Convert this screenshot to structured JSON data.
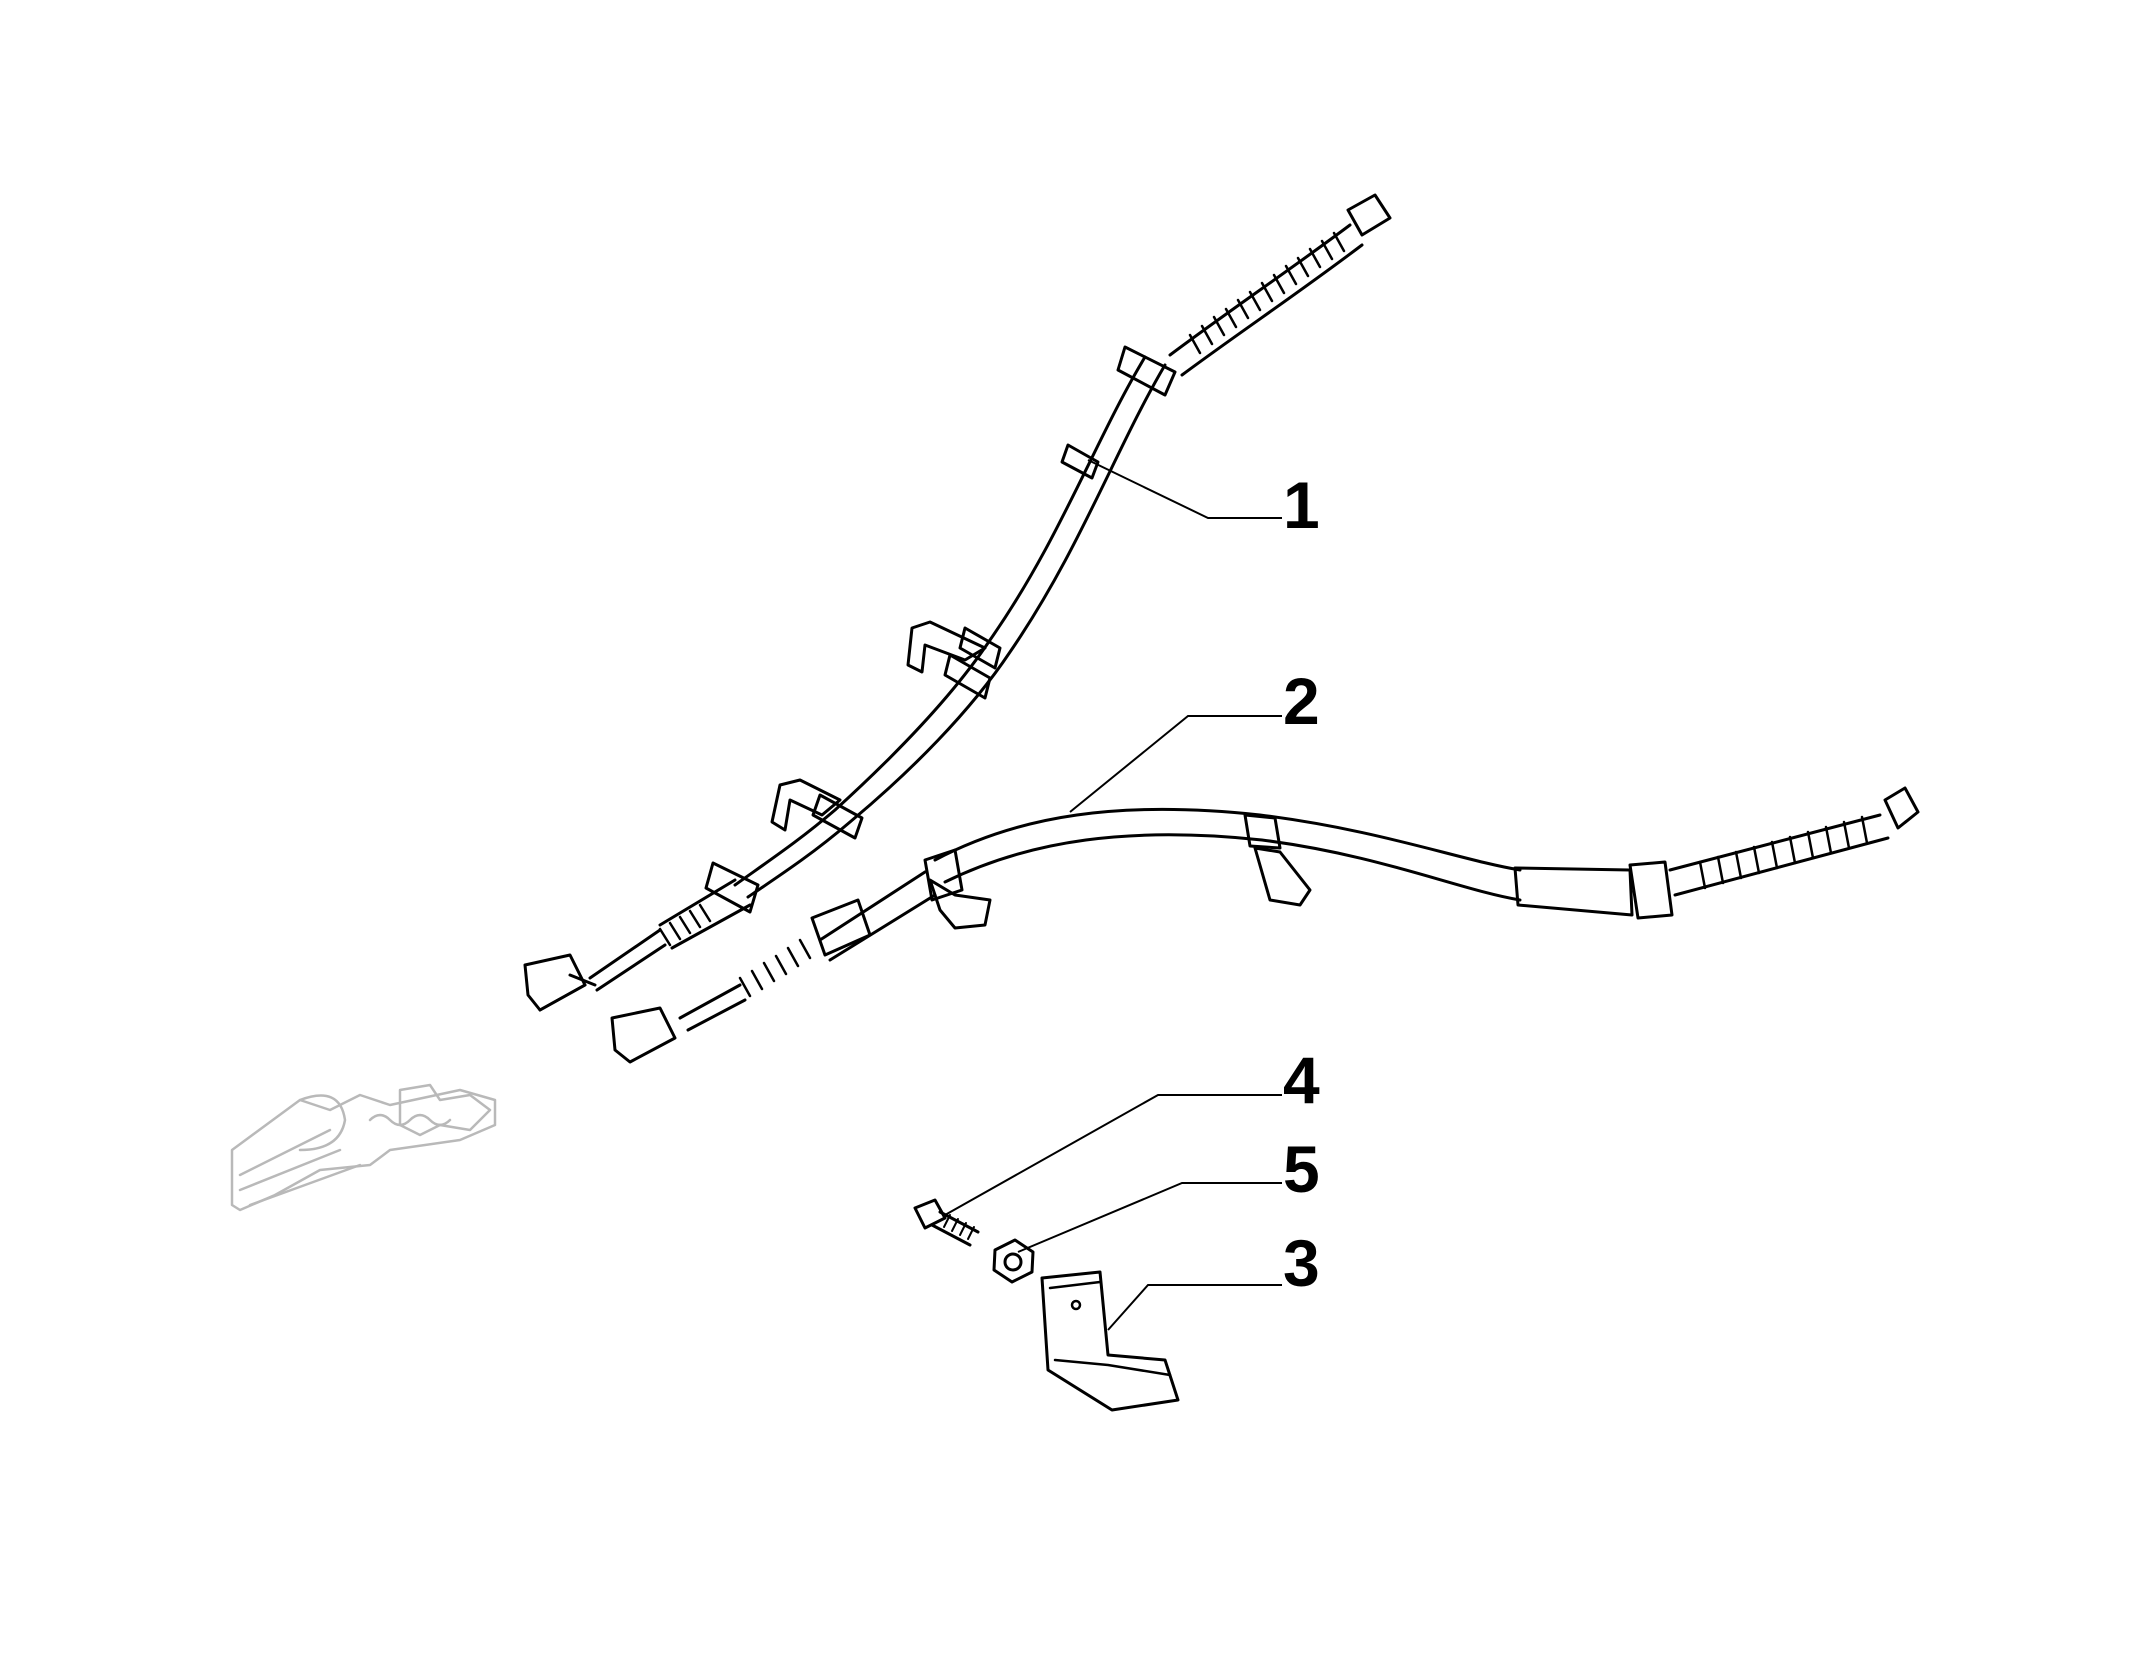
{
  "callouts": [
    {
      "id": "callout-1",
      "label": "1"
    },
    {
      "id": "callout-2",
      "label": "2"
    },
    {
      "id": "callout-3",
      "label": "3"
    },
    {
      "id": "callout-4",
      "label": "4"
    },
    {
      "id": "callout-5",
      "label": "5"
    }
  ],
  "colors": {
    "line": "#000000",
    "ghost": "#b9b9b9",
    "background": "#ffffff"
  }
}
